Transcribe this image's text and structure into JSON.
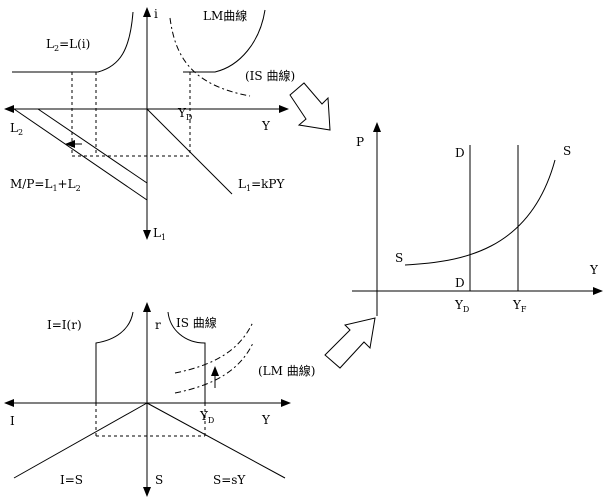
{
  "top_left": {
    "axis_i": "i",
    "axis_Y": "Y",
    "axis_L2": "L",
    "axis_L2_sub": "2",
    "axis_L1": "L",
    "axis_L1_sub": "1",
    "lm_curve": "LM曲線",
    "is_curve": "(IS 曲線)",
    "eq_L2": "L",
    "eq_L2_sub": "2",
    "eq_L2_rest": "=L(i)",
    "money_lhs": "M/P=L",
    "money_sub1": "1",
    "money_plus": "+L",
    "money_sub2": "2",
    "eq_L1": "L",
    "eq_L1_sub": "1",
    "eq_L1_rest": "=kPY",
    "yd": "Y",
    "yd_sub": "D"
  },
  "right": {
    "axis_P": "P",
    "axis_Y": "Y",
    "d_top": "D",
    "d_bottom": "D",
    "s_top": "S",
    "s_left": "S",
    "yd": "Y",
    "yd_sub": "D",
    "yf": "Y",
    "yf_sub": "F"
  },
  "bottom_left": {
    "eq_I": "I=I(r)",
    "axis_r": "r",
    "is_curve": "IS 曲線",
    "lm_curve": "(LM 曲線)",
    "axis_I": "I",
    "axis_Y": "Y",
    "yd": "Y",
    "yd_sub": "D",
    "eq_IS": "I=S",
    "axis_S": "S",
    "eq_S": "S=sY"
  }
}
